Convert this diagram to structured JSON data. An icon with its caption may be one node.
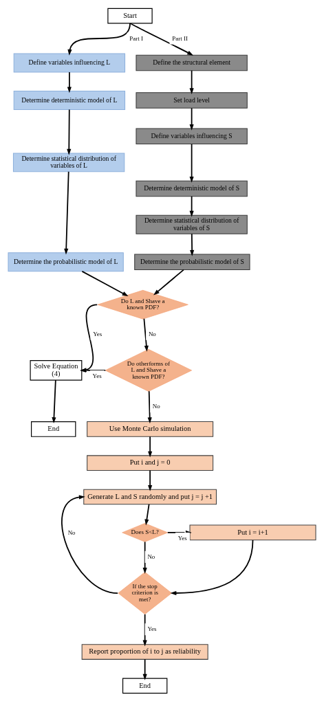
{
  "diagram": {
    "nodes": [
      {
        "text": [
          "Start"
        ]
      },
      {
        "text": [
          "Define variables influencing L"
        ]
      },
      {
        "text": [
          "Define the structural element"
        ]
      },
      {
        "text": [
          "Determine deterministic model of L"
        ]
      },
      {
        "text": [
          "Set load level"
        ]
      },
      {
        "text": [
          "Define variables influencing S"
        ]
      },
      {
        "text": [
          "Determine statistical distribution of variables of L"
        ]
      },
      {
        "text": [
          "Determine deterministic model of S"
        ]
      },
      {
        "text": [
          "Determine statistical distribution of variables of S"
        ]
      },
      {
        "text": [
          "Determine the probabilistic model of L"
        ]
      },
      {
        "text": [
          "Determine the probabilistic model of S"
        ]
      },
      {
        "text": [
          "Do L and Shave a known PDF?"
        ]
      },
      {
        "text": [
          "Solve Equation (4)"
        ]
      },
      {
        "text": [
          "End"
        ]
      },
      {
        "text": [
          "Do otherforms of L and Shave a known PDF?"
        ]
      },
      {
        "text": [
          "Use Monte Carlo simulation"
        ]
      },
      {
        "text": [
          "Put i and j = 0"
        ]
      },
      {
        "text": [
          "Generate L and S randomly and put j = j +1"
        ]
      },
      {
        "text": [
          "Does S<L?"
        ]
      },
      {
        "text": [
          "Put i = i+1"
        ]
      },
      {
        "text": [
          "If the stop criterion is met?"
        ]
      },
      {
        "text": [
          "Report proportion of i to j as reliability"
        ]
      },
      {
        "text": [
          "End"
        ]
      }
    ],
    "edges": [
      {
        "from": 0,
        "to": 1,
        "arrow": "to",
        "label": "Part I"
      },
      {
        "from": 0,
        "to": 2,
        "arrow": "to",
        "label": "Part II"
      },
      {
        "from": 1,
        "to": 3,
        "arrow": "to"
      },
      {
        "from": 3,
        "to": 6,
        "arrow": "to"
      },
      {
        "from": 6,
        "to": 9,
        "arrow": "to"
      },
      {
        "from": 2,
        "to": 4,
        "arrow": "to"
      },
      {
        "from": 4,
        "to": 5,
        "arrow": "to"
      },
      {
        "from": 5,
        "to": 7,
        "arrow": "to"
      },
      {
        "from": 7,
        "to": 8,
        "arrow": "to"
      },
      {
        "from": 8,
        "to": 10,
        "arrow": "to"
      },
      {
        "from": 9,
        "to": 11,
        "arrow": "to"
      },
      {
        "from": 10,
        "to": 11,
        "arrow": "to"
      },
      {
        "from": 11,
        "to": 12,
        "arrow": "to",
        "label": "Yes"
      },
      {
        "from": 11,
        "to": 14,
        "arrow": "to",
        "label": "No"
      },
      {
        "from": 14,
        "to": 12,
        "arrow": "to",
        "label": "Yes"
      },
      {
        "from": 12,
        "to": 13,
        "arrow": "to"
      },
      {
        "from": 14,
        "to": 15,
        "arrow": "to",
        "label": "No"
      },
      {
        "from": 15,
        "to": 16,
        "arrow": "to"
      },
      {
        "from": 16,
        "to": 17,
        "arrow": "to"
      },
      {
        "from": 17,
        "to": 18,
        "arrow": "to"
      },
      {
        "from": 18,
        "to": 19,
        "arrow": "to",
        "label": "Yes"
      },
      {
        "from": 18,
        "to": 20,
        "arrow": "to",
        "label": "No"
      },
      {
        "from": 19,
        "to": 20,
        "arrow": "to"
      },
      {
        "from": 20,
        "to": 17,
        "arrow": "to",
        "label": "No"
      },
      {
        "from": 20,
        "to": 21,
        "arrow": "to",
        "label": "Yes"
      },
      {
        "from": 21,
        "to": 22,
        "arrow": "to"
      }
    ]
  }
}
